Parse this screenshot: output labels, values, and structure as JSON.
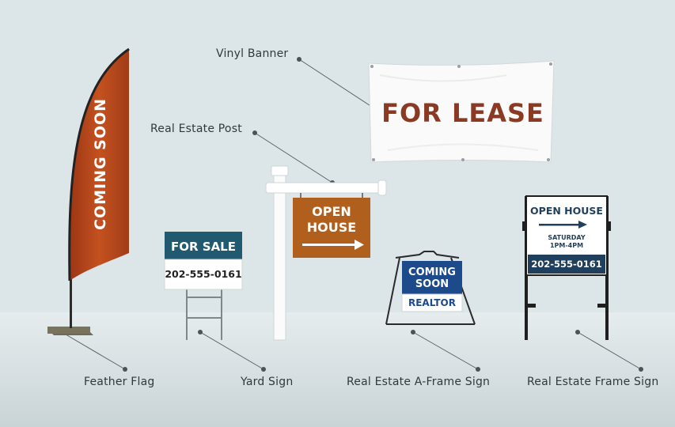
{
  "labels": {
    "vinyl_banner": "Vinyl Banner",
    "real_estate_post": "Real Estate Post",
    "feather_flag": "Feather Flag",
    "yard_sign": "Yard Sign",
    "a_frame_sign": "Real Estate A-Frame Sign",
    "frame_sign": "Real Estate Frame Sign"
  },
  "signs": {
    "feather_flag_text": "COMING SOON",
    "banner_text": "FOR LEASE",
    "yard_sign_title": "FOR SALE",
    "yard_sign_phone": "202-555-0161",
    "post_sign_line1": "OPEN",
    "post_sign_line2": "HOUSE",
    "a_frame_line1": "COMING",
    "a_frame_line2": "SOON",
    "a_frame_footer": "REALTOR",
    "frame_sign_title": "OPEN HOUSE",
    "frame_sign_day": "SATURDAY",
    "frame_sign_time": "1PM-4PM",
    "frame_sign_phone": "202-555-0161"
  },
  "colors": {
    "flag_orange": "#b9461e",
    "banner_text": "#8a3a23",
    "yard_teal": "#215970",
    "post_sign": "#b15f1c",
    "a_frame_blue": "#1d4a8a",
    "frame_navy": "#1f3f5c"
  }
}
